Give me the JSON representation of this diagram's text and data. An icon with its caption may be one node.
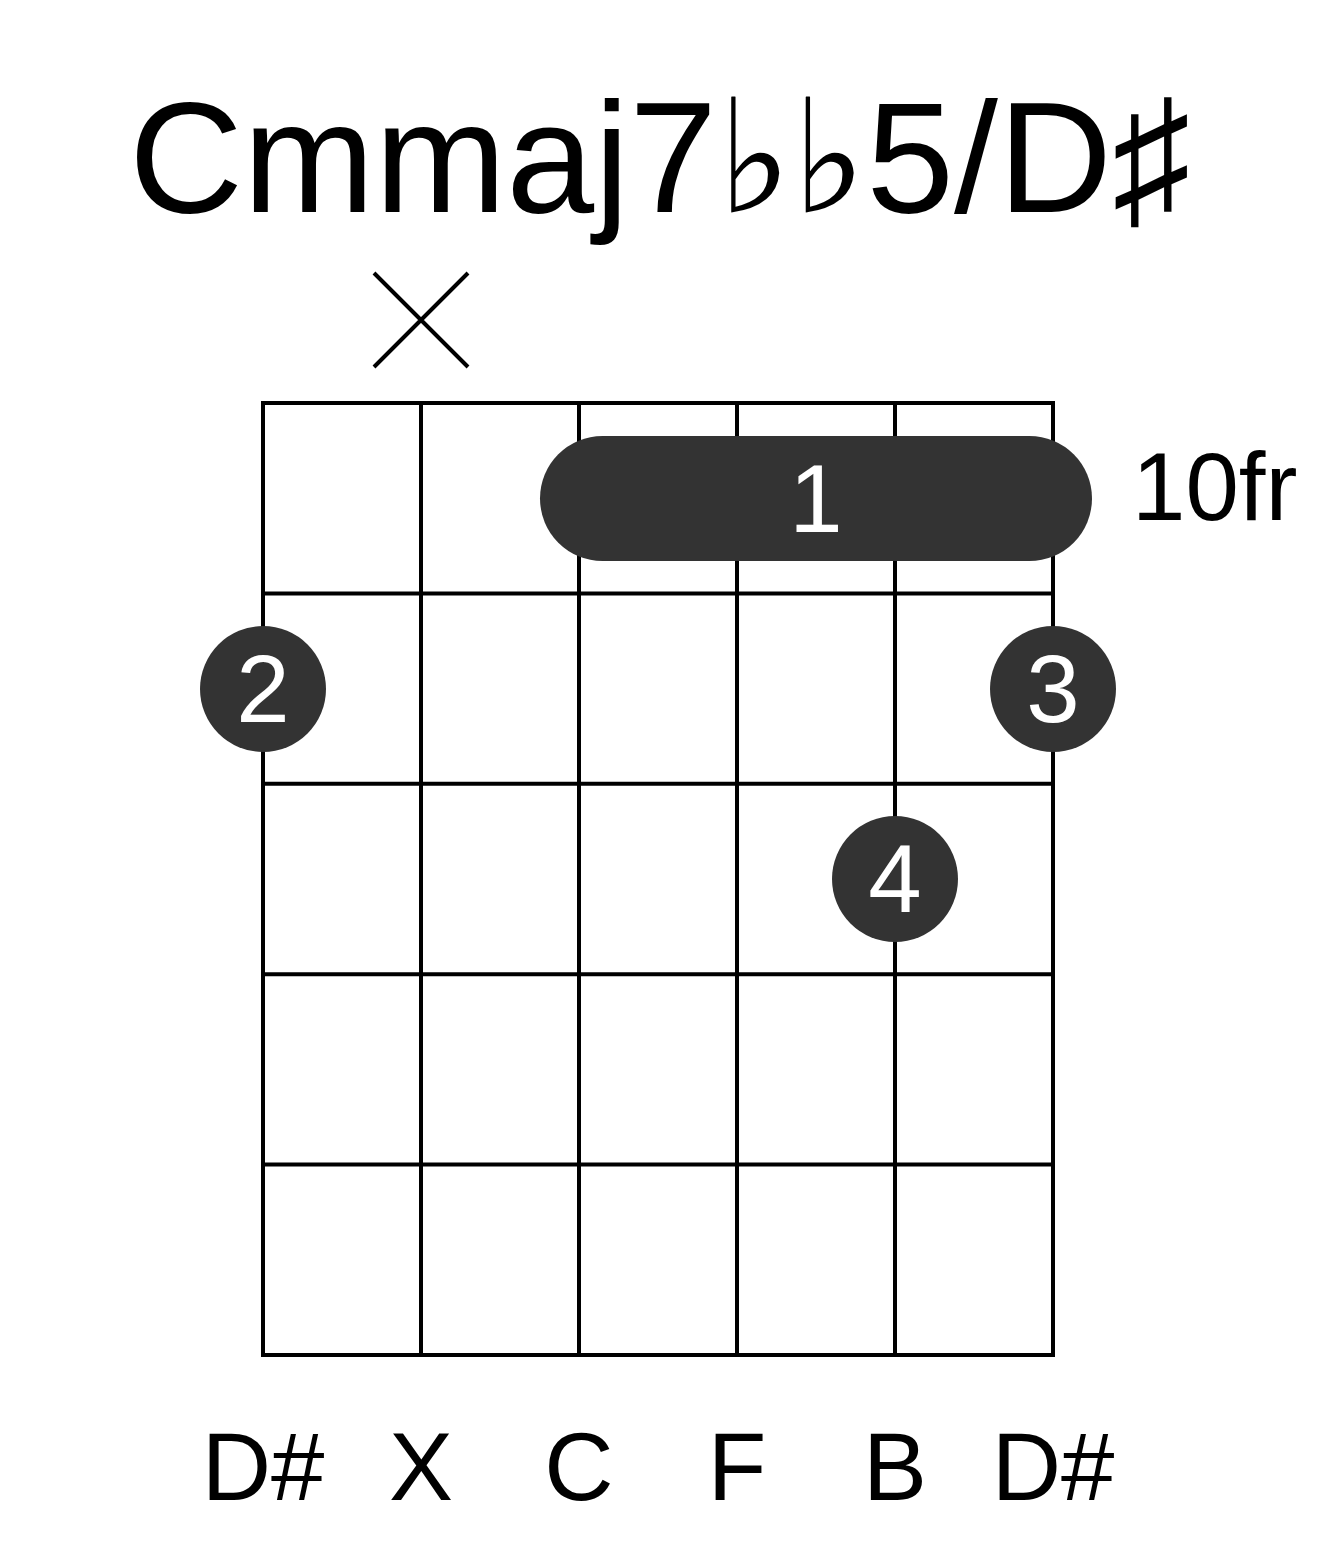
{
  "diagram": {
    "title": "Cmmaj7♭♭5/D♯",
    "nodes": [
      {
        "text": [
          "1"
        ]
      },
      {
        "text": [
          "2"
        ]
      },
      {
        "text": [
          "3"
        ]
      },
      {
        "text": [
          "4"
        ]
      }
    ],
    "labels": [
      "10fr",
      "D#",
      "X",
      "C",
      "F",
      "B",
      "D#"
    ]
  }
}
